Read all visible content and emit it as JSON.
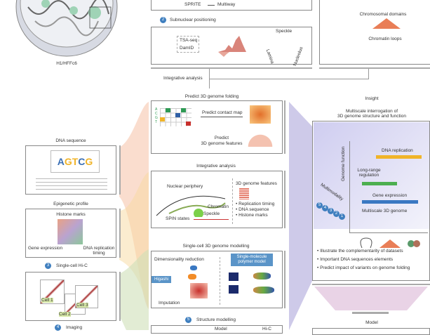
{
  "nucleus": {
    "label": "H1/HFFc6"
  },
  "top_box": {
    "sprite": "SPRITE",
    "multiway": "Multiway"
  },
  "subnuclear": {
    "num": "2",
    "title": "Subnuclear positioning",
    "tsa": "TSA-seq",
    "damid": "DamID",
    "speckle": "Speckle",
    "lamina": "Lamina",
    "nucleolus": "Nucleolus"
  },
  "top_right": {
    "domains": "Chromosomal domains",
    "loops": "Chromatin loops"
  },
  "integrative_top": "Integrative analysis",
  "left": {
    "dna_title": "DNA sequence",
    "epi_title": "Epigenetic profile",
    "histone": "Histone marks",
    "gene_expr": "Gene expression",
    "dna_rep": "DNA replication timing",
    "schic_num": "3",
    "schic_title": "Single-cell Hi-C",
    "cell1": "Cell 1",
    "cell2": "Cell 2",
    "cell3": "Cell 3",
    "imaging_num": "4",
    "imaging_title": "Imaging"
  },
  "middle": {
    "predict_title": "Predict 3D genome folding",
    "predict_map": "Predict contact map",
    "predict_feat1": "Predict",
    "predict_feat2": "3D genome features",
    "bases": [
      "A",
      "C",
      "G",
      "T"
    ],
    "integ_title": "Integrative analysis",
    "periphery": "Nuclear periphery",
    "chromatin": "Chromatin",
    "speckle": "Speckle",
    "spin": "SPIN states",
    "features": "3D genome features",
    "bullets": [
      "Replication timing",
      "DNA sequence",
      "Histone marks"
    ],
    "sc_title": "Single-cell 3D genome modelling",
    "dimred": "Dimensionality reduction",
    "higashi": "Higashi",
    "imputation": "Imputation",
    "polymer": "Single-molecule polymer model",
    "struct_num": "5",
    "struct_title": "Structure modelling",
    "model_lbl": "Model",
    "hic_lbl": "Hi-C"
  },
  "right": {
    "insight": "Insight",
    "title1": "Multiscale interrogation of",
    "title2": "3D genome structure and function",
    "dna_rep": "DNA replication",
    "long_range": "Long-range regulation",
    "gene_expr": "Gene expression",
    "y_axis": "Genome function",
    "x_axis": "Multiscale 3D genome",
    "z_axis": "Multimodality",
    "nums": [
      "5",
      "4",
      "3",
      "2",
      "1"
    ],
    "bullets": [
      "Illustrate the complementarity of datasets",
      "Important DNA sequences elements",
      "Predict impact of variants on genome folding"
    ],
    "model": "Model"
  },
  "colors": {
    "accent": "#3f7fbf",
    "rep": "#f0b429",
    "long": "#4caf50",
    "expr": "#3a78c2",
    "flow_purple": "#b9b3e0",
    "flow_pink": "#e9d3e6"
  }
}
